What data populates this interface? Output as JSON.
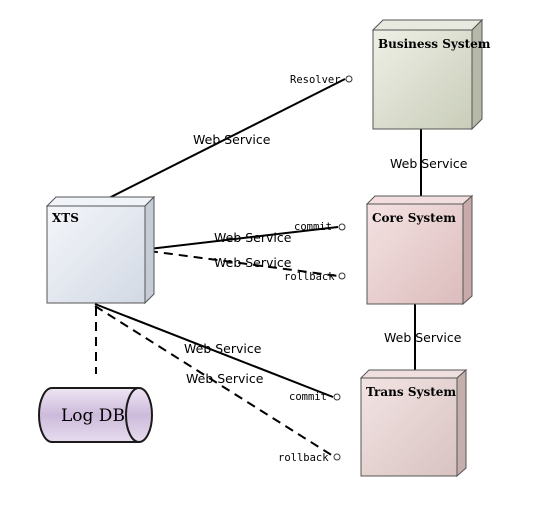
{
  "nodes": {
    "business": {
      "label": "Business System",
      "face": "#d4d8c8",
      "top": "#e8eadf",
      "side": "#b6b9a8"
    },
    "core": {
      "label": "Core System",
      "face": "#e8cccc",
      "top": "#f2dede",
      "side": "#c9aaaa"
    },
    "trans": {
      "label": "Trans System",
      "face": "#e4d0ce",
      "top": "#efe0df",
      "side": "#c4afad"
    },
    "xts": {
      "label": "XTS",
      "face": "#e4eaf2",
      "top": "#f0f3f8",
      "side": "#c6ccd6"
    }
  },
  "database": {
    "label": "Log DB",
    "fill": "#d9cbe3",
    "stroke": "#1a1a1a"
  },
  "ports": {
    "resolver": "Resolver",
    "core_commit": "commit",
    "core_rollback": "rollback",
    "trans_commit": "commit",
    "trans_rollback": "rollback"
  },
  "edges": {
    "xts_business": "Web Service",
    "business_core": "Web Service",
    "xts_core_commit": "Web Service",
    "xts_core_rollback": "Web Service",
    "core_trans": "Web Service",
    "xts_trans_commit": "Web Service",
    "xts_trans_rollback": "Web Service"
  }
}
